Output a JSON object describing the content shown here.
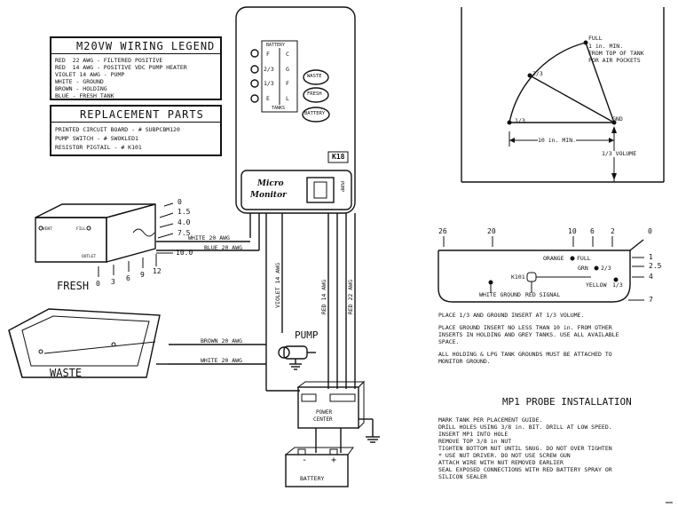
{
  "wiring_legend": {
    "title": "M20VW WIRING LEGEND",
    "lines": [
      "RED  22 AWG - FILTERED POSITIVE",
      "RED  14 AWG - POSITIVE VDC PUMP HEATER",
      "VIOLET 14 AWG - PUMP",
      "WHITE - GROUND",
      "BROWN - HOLDING",
      "BLUE - FRESH TANK"
    ]
  },
  "replacement_parts": {
    "title": "REPLACEMENT PARTS",
    "lines": [
      "PRINTED CIRCUIT BOARD - # SUBPCBM120",
      "PUMP SWITCH - # SWOKLED1",
      "RESISTOR PIGTAIL - # K101"
    ]
  },
  "monitor_panel": {
    "battery_header": "BATTERY",
    "levels_left": [
      "F",
      "2/3",
      "1/3",
      "E"
    ],
    "levels_right": [
      "C",
      "G",
      "F",
      "L"
    ],
    "tanks_label": "TANKS",
    "buttons": [
      "WASTE",
      "FRESH",
      "BATTERY"
    ],
    "model": "K18",
    "brand_line1": "Micro",
    "brand_line2": "Monitor",
    "pump_vertical": "PUMP"
  },
  "fresh_tank": {
    "label": "FRESH",
    "vent": "VENT",
    "fill": "FILL",
    "outlet": "OUTLET",
    "side_scale": [
      "0",
      "1.5",
      "4.0",
      "7.5",
      "10.0"
    ],
    "bottom_scale": [
      "0",
      "3",
      "6",
      "9",
      "12"
    ]
  },
  "waste_tank": {
    "label": "WASTE"
  },
  "wires": {
    "white_20": "WHITE 20 AWG",
    "blue_20": "BLUE 20 AWG",
    "brown_20": "BROWN 20 AWG",
    "white_20_b": "WHITE 20 AWG",
    "violet_14": "VIOLET 14 AWG",
    "red_14": "RED 14 AWG",
    "red_22": "RED 22 AWG"
  },
  "pump": {
    "label": "PUMP"
  },
  "power_center": {
    "label_line1": "POWER",
    "label_line2": "CENTER"
  },
  "battery": {
    "label": "BATTERY",
    "minus": "-",
    "plus": "+"
  },
  "arc_diagram": {
    "full": "FULL",
    "note1": "1 in. MIN.",
    "note2": "FROM TOP OF TANK",
    "note3": "FOR AIR POCKETS",
    "two_thirds": "2/3",
    "one_third": "1/3",
    "gnd": "GND",
    "min_dim": "10 in. MIN.",
    "volume": "1/3 VOLUME"
  },
  "tank_section": {
    "top_scale": [
      "26",
      "20",
      "10",
      "6",
      "2",
      "0"
    ],
    "right_scale": [
      "1",
      "2.5",
      "4",
      "7"
    ],
    "orange_full": "ORANGE",
    "full": "FULL",
    "grn": "GRN",
    "grn_two_thirds": "2/3",
    "k101": "K101",
    "yellow": "YELLOW",
    "yellow_third": "1/3",
    "white_ground": "WHITE GROUND",
    "red_signal": "RED SIGNAL"
  },
  "notes": [
    "PLACE 1/3 AND GROUND INSERT AT 1/3 VOLUME.",
    "PLACE GROUND INSERT NO LESS THAN 10 in. FROM OTHER",
    "INSERTS IN HOLDING AND GREY TANKS. USE ALL AVAILABLE",
    "SPACE.",
    "ALL HOLDING & LPG TANK GROUNDS MUST BE ATTACHED TO",
    "MONITOR GROUND."
  ],
  "mp1": {
    "title": "MP1 PROBE INSTALLATION",
    "steps": [
      "MARK TANK PER PLACEMENT GUIDE.",
      "DRILL HOLES USING 3/8 in. BIT. DRILL AT LOW SPEED.",
      "INSERT MP1 INTO HOLE",
      "REMOVE TOP 3/8 in NUT",
      "TIGHTEN BOTTOM NUT UNTIL SNUG. DO NOT OVER TIGHTEN",
      "* USE NUT DRIVER. DO NOT USE SCREW GUN",
      "ATTACH WIRE WITH NUT REMOVED EARLIER",
      "SEAL EXPOSED CONNECTIONS WITH RED BATTERY SPRAY OR",
      "SILICON SEALER"
    ]
  }
}
